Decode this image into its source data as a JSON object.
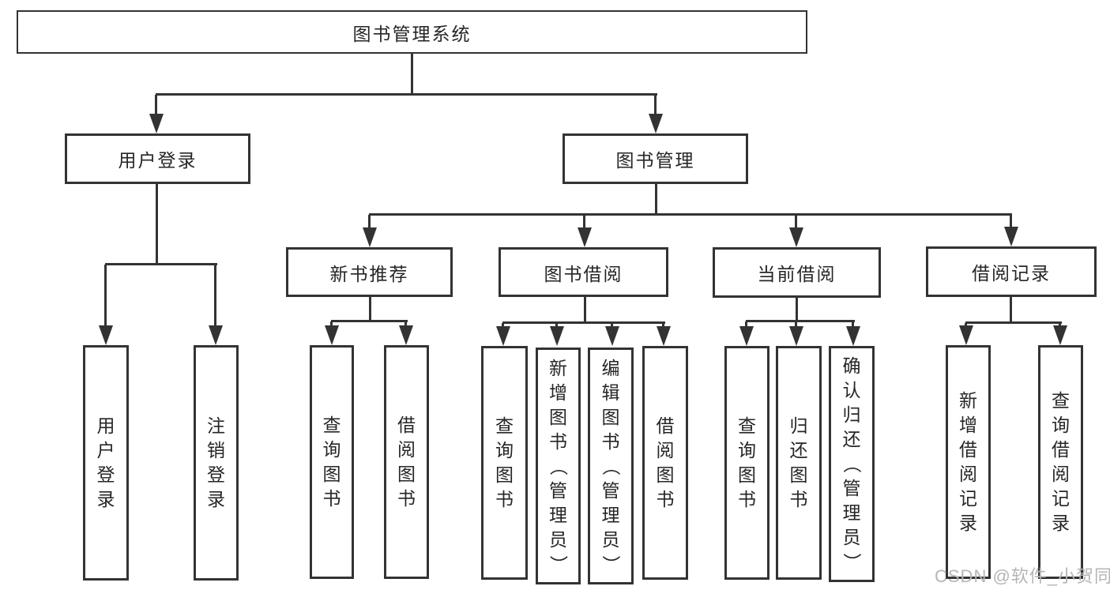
{
  "diagram": {
    "title": "图书管理系统",
    "nodes": {
      "root": {
        "label": "图书管理系统"
      },
      "user_login": {
        "label": "用户登录"
      },
      "book_mgmt": {
        "label": "图书管理"
      },
      "new_rec": {
        "label": "新书推荐"
      },
      "borrow": {
        "label": "图书借阅"
      },
      "current": {
        "label": "当前借阅"
      },
      "record": {
        "label": "借阅记录"
      },
      "leaf_user_login": {
        "label": "用户登录"
      },
      "leaf_logout": {
        "label": "注销登录"
      },
      "leaf_rec_query": {
        "label": "查询图书"
      },
      "leaf_rec_borrow": {
        "label": "借阅图书"
      },
      "leaf_bor_query": {
        "label": "查询图书"
      },
      "leaf_bor_add": {
        "label": "新增图书（管理员）"
      },
      "leaf_bor_edit": {
        "label": "编辑图书（管理员）"
      },
      "leaf_bor_borrow": {
        "label": "借阅图书"
      },
      "leaf_cur_query": {
        "label": "查询图书"
      },
      "leaf_cur_return": {
        "label": "归还图书"
      },
      "leaf_cur_confirm": {
        "label": "确认归还（管理员）"
      },
      "leaf_recd_add": {
        "label": "新增借阅记录"
      },
      "leaf_recd_query": {
        "label": "查询借阅记录"
      }
    },
    "edges": [
      [
        "图书管理系统",
        "用户登录"
      ],
      [
        "图书管理系统",
        "图书管理"
      ],
      [
        "用户登录",
        "用户登录"
      ],
      [
        "用户登录",
        "注销登录"
      ],
      [
        "图书管理",
        "新书推荐"
      ],
      [
        "图书管理",
        "图书借阅"
      ],
      [
        "图书管理",
        "当前借阅"
      ],
      [
        "图书管理",
        "借阅记录"
      ],
      [
        "新书推荐",
        "查询图书"
      ],
      [
        "新书推荐",
        "借阅图书"
      ],
      [
        "图书借阅",
        "查询图书"
      ],
      [
        "图书借阅",
        "新增图书（管理员）"
      ],
      [
        "图书借阅",
        "编辑图书（管理员）"
      ],
      [
        "图书借阅",
        "借阅图书"
      ],
      [
        "当前借阅",
        "查询图书"
      ],
      [
        "当前借阅",
        "归还图书"
      ],
      [
        "当前借阅",
        "确认归还（管理员）"
      ],
      [
        "借阅记录",
        "新增借阅记录"
      ],
      [
        "借阅记录",
        "查询借阅记录"
      ]
    ],
    "watermark": "CSDN @软件_小贺同学",
    "colors": {
      "line": "#333333",
      "text": "#262626",
      "box_fill": "#ffffff",
      "background": "#ffffff",
      "watermark": "#b5b5b5"
    }
  }
}
